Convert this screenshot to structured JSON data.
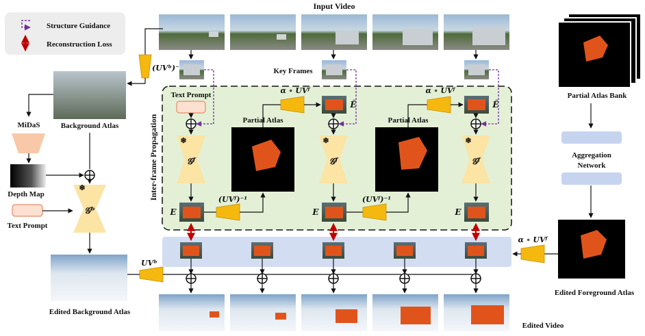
{
  "title": "Input Video",
  "legend": {
    "structure_guidance": "Structure Guidance",
    "reconstruction_loss": "Reconstruction Loss"
  },
  "labels": {
    "background_atlas": "Background Atlas",
    "midas": "MiDaS",
    "depth_map": "Depth Map",
    "text_prompt_left": "Text Prompt",
    "text_prompt_inner": "Text Prompt",
    "key_frames": "Key Frames",
    "partial_atlas_1": "Partial Atlas",
    "partial_atlas_2": "Partial Atlas",
    "inter_frame_propagation": "Inter-frame Propagation",
    "partial_atlas_bank": "Partial Atlas Bank",
    "aggregation_network_line1": "Aggregation",
    "aggregation_network_line2": "Network",
    "edited_background_atlas": "Edited Background Atlas",
    "edited_video": "Edited Video",
    "edited_foreground_atlas": "Edited Foreground Atlas"
  },
  "math": {
    "uv_b_inv": "(UVᵇ)⁻¹",
    "uv_f_inv_1": "(UVᶠ)⁻¹",
    "uv_f_inv_2": "(UVᶠ)⁻¹",
    "alpha_uv_f_1": "α ∘ UVᶠ",
    "alpha_uv_f_2": "α ∘ UVᶠ",
    "alpha_uv_f_3": "α ∘ UVᶠ",
    "uv_b": "UVᵇ",
    "g_b": "𝒢ᵇ",
    "g_f_1": "𝒢ᶠ",
    "g_f_2": "𝒢ᶠ",
    "g_f_3": "𝒢ᶠ",
    "e_hat_1": "Ê",
    "e_hat_2": "Ê",
    "e_1": "E",
    "e_2": "E",
    "e_3": "E",
    "snowflake": "❄"
  },
  "colors": {
    "trapezoid_orange": "#F5B80F",
    "green_panel": "#E3F0D6",
    "blue_strip": "#D2DDF1",
    "generator_yellow": "#FBE4A4",
    "midas_peach": "#F8C8A8",
    "text_prompt_fill": "#FCE0D0",
    "text_prompt_border": "#E58B6A",
    "red_arrow": "#C00000",
    "purple_dashed": "#7030A0",
    "aggregation_blue": "#C7D4F0",
    "legend_bg": "#EDEDED"
  }
}
